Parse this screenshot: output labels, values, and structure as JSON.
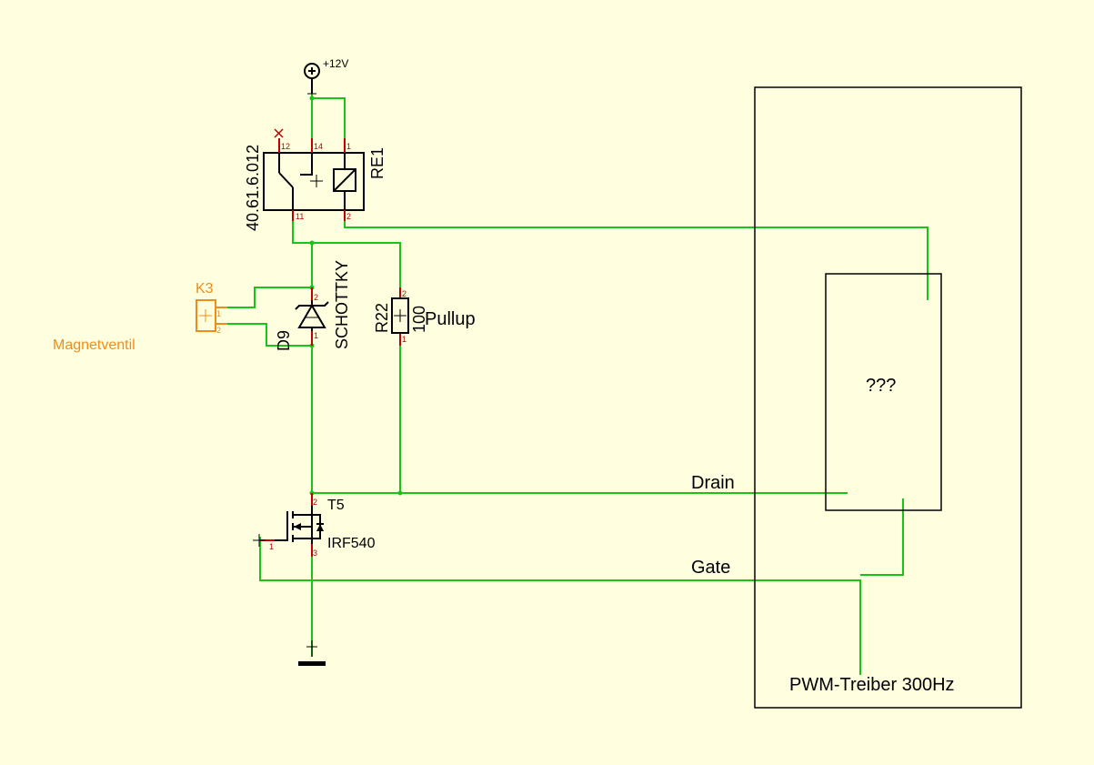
{
  "colors": {
    "background": "#FFFFE0",
    "wire": "#18C418",
    "symbol": "#000000",
    "pin": "#C00000",
    "connector": "#F08C18"
  },
  "power": {
    "label": "+12V",
    "icon": "power-supply-plus-icon"
  },
  "relay": {
    "name": "RE1",
    "value": "40.61.6.012",
    "pins": {
      "nc": "12",
      "com": "14",
      "coil_a": "1",
      "no": "11",
      "coil_b": "2"
    }
  },
  "diode": {
    "name": "D9",
    "value": "SCHOTTKY",
    "pin_top": "2",
    "pin_bottom": "1"
  },
  "resistor": {
    "name": "R22",
    "value": "100",
    "label": "Pullup",
    "pin_top": "2",
    "pin_bottom": "1"
  },
  "connector": {
    "name": "K3",
    "label": "Magnetventil",
    "pin1": "1",
    "pin2": "2"
  },
  "mosfet": {
    "name": "T5",
    "value": "IRF540",
    "pin_gate": "1",
    "pin_drain": "2",
    "pin_source": "3"
  },
  "driver": {
    "label": "PWM-Treiber 300Hz",
    "inner_label": "???"
  },
  "nets": {
    "drain": "Drain",
    "gate": "Gate"
  }
}
